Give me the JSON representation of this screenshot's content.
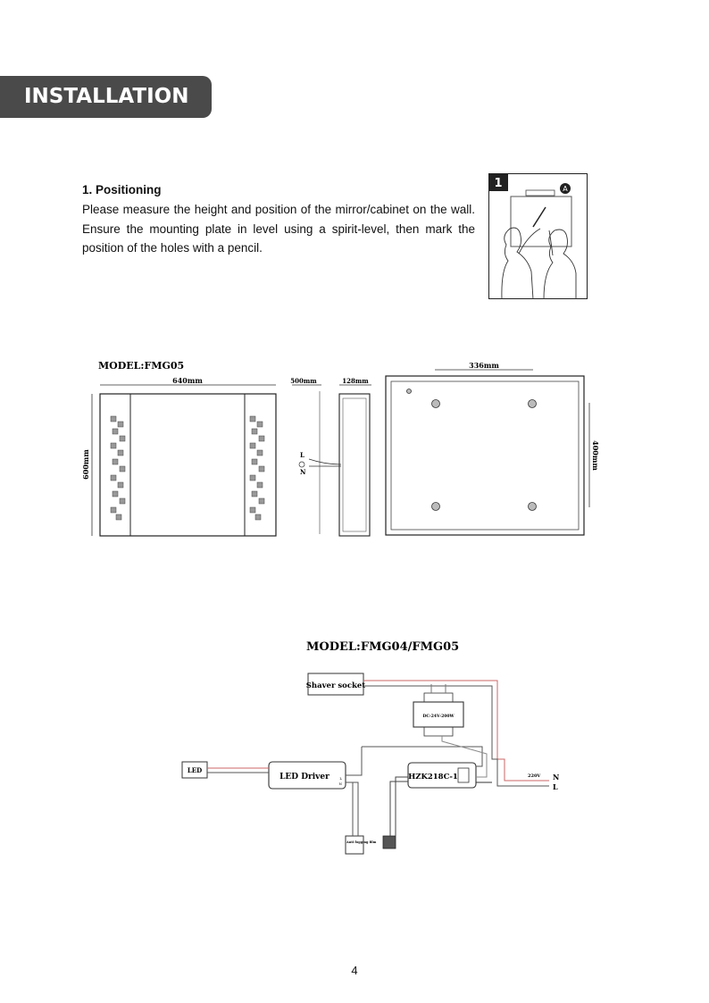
{
  "header": {
    "title": "INSTALLATION"
  },
  "section": {
    "title": "1. Positioning",
    "body": "Please measure the height and position of the mirror/cabinet on the wall. Ensure the mounting plate in level using a spirit-level, then mark the position of the holes with a pencil."
  },
  "illustration": {
    "step_number": "1",
    "callout": "A"
  },
  "dimension_drawing": {
    "model": "MODEL:FMG05",
    "width": "640mm",
    "height": "600mm",
    "cable": "500mm",
    "depth": "128mm",
    "hole_spacing_h": "336mm",
    "hole_spacing_v": "400mm",
    "terminal_l": "L",
    "terminal_n": "N"
  },
  "wiring_diagram": {
    "model": "MODEL:FMG04/FMG05",
    "shaver_socket": "Shaver socket",
    "transformer": "DC-24V-200W",
    "led": "LED",
    "led_driver": "LED Driver",
    "sensor": "HZK218C-1",
    "voltage": "220V",
    "mains_n": "N",
    "mains_l": "L",
    "antifog": "Anti fogging film",
    "driver_l": "L",
    "driver_n": "N"
  },
  "page_number": "4"
}
